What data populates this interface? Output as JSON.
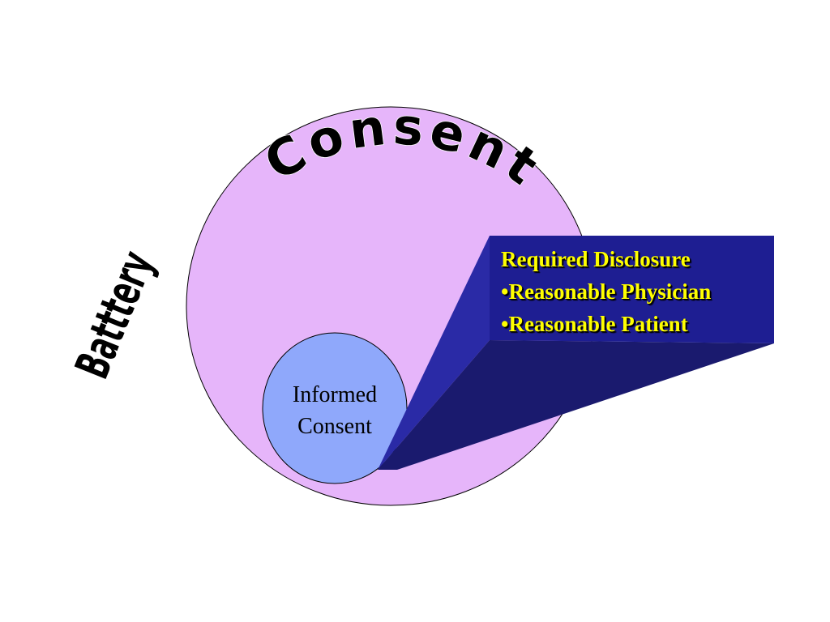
{
  "diagram": {
    "outer_label": "Consent",
    "side_label": "Batttery",
    "inner_label_line1": "Informed",
    "inner_label_line2": "Consent",
    "callout": {
      "heading": "Required Disclosure",
      "bullets": [
        "•Reasonable Physician",
        "•Reasonable Patient"
      ]
    }
  },
  "colors": {
    "outer_circle": "#e6b5fa",
    "inner_circle": "#8fa8fb",
    "callout_front": "#1e1e92",
    "callout_side": "#2a2aa6",
    "callout_bottom": "#1a1a6e",
    "callout_text": "#ffff00"
  },
  "icons": []
}
